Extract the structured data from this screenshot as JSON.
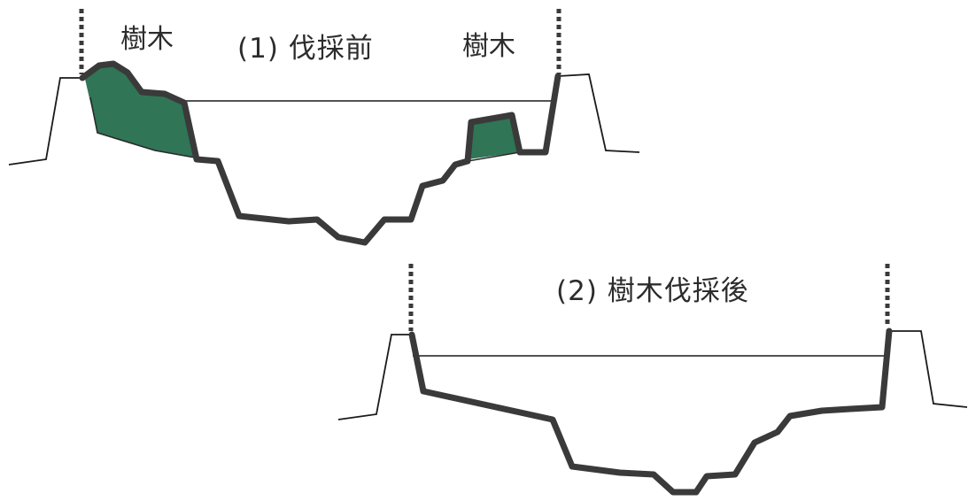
{
  "before": {
    "title": "(1) 伐採前",
    "tree_label_left": "樹木",
    "tree_label_right": "樹木"
  },
  "after": {
    "title": "(2) 樹木伐採後"
  },
  "colors": {
    "tree_fill": "#2f7556",
    "riverbed_stroke": "#3a3a3a",
    "outline_stroke": "#1a1a1a"
  }
}
